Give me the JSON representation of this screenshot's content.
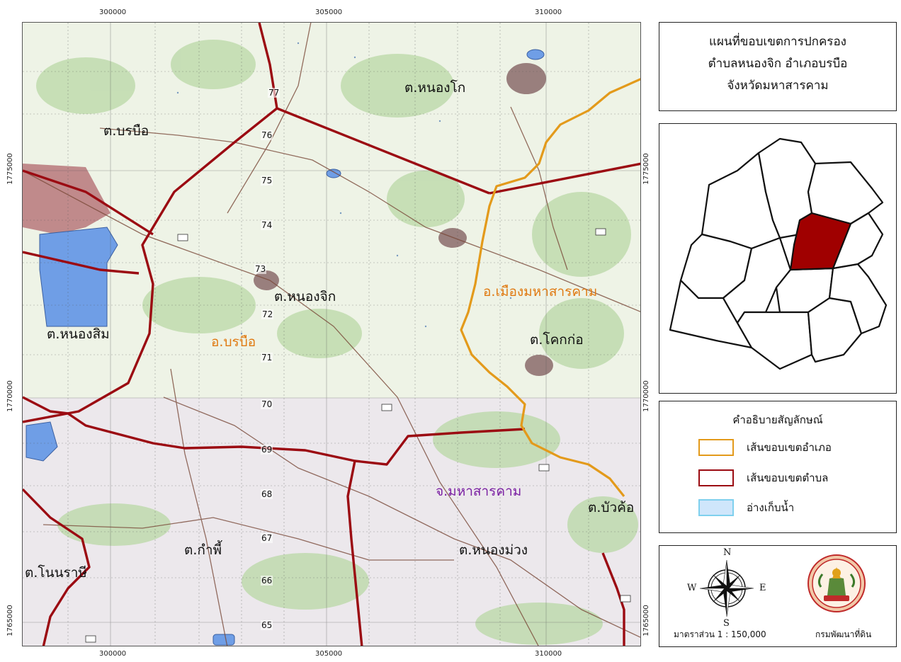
{
  "map": {
    "grid_x_labels": [
      "300000",
      "305000",
      "310000"
    ],
    "grid_y_labels": [
      "1775000",
      "1770000",
      "1765000"
    ],
    "place_labels": {
      "nong_ko": "ต.หนองโก",
      "borabue_sub": "ต.บรบือ",
      "nong_chik": "ต.หนองจิก",
      "nong_sim": "ต.หนองสิม",
      "borabue_district": "อ.บรบือ",
      "mueang_district": "อ.เมืองมหาสารคาม",
      "khok_ko": "ต.โคกก่อ",
      "province": "จ.มหาสารคาม",
      "bua_kho": "ต.บัวค้อ",
      "kam_phi": "ต.กำพี้",
      "non_rasi": "ต.โนนราษี",
      "nong_muang": "ต.หนองม่วง"
    },
    "road_numbers": [
      "77",
      "76",
      "75",
      "74",
      "73",
      "72",
      "71",
      "70",
      "69",
      "68",
      "67",
      "66",
      "65"
    ],
    "colors": {
      "district_boundary": "#e39a1b",
      "subdistrict_boundary": "#9b0b12",
      "reservoir": "#6f9ee6",
      "province_label": "#7a1fa2",
      "district_label": "#e07a12",
      "town": "#b7777a",
      "vegetation": "#b9d8a6",
      "grid": "#555555"
    }
  },
  "title": {
    "line1": "แผนที่ขอบเขตการปกครอง",
    "line2": "ตำบลหนองจิก อำเภอบรบือ",
    "line3": "จังหวัดมหาสารคาม"
  },
  "locator": {
    "highlight_color": "#a00000"
  },
  "legend": {
    "title": "คำอธิบายสัญลักษณ์",
    "items": [
      {
        "label": "เส้นขอบเขตอำเภอ",
        "border": "#e39a1b",
        "fill": "#ffffff"
      },
      {
        "label": "เส้นขอบเขตตำบล",
        "border": "#9b0b12",
        "fill": "#ffffff"
      },
      {
        "label": "อ่างเก็บน้ำ",
        "border": "#7fd0ee",
        "fill": "#cfe6fb"
      }
    ]
  },
  "footer": {
    "compass": {
      "n": "N",
      "s": "S",
      "e": "E",
      "w": "W"
    },
    "scale": "มาตราส่วน 1 : 150,000",
    "agency": "กรมพัฒนาที่ดิน"
  }
}
